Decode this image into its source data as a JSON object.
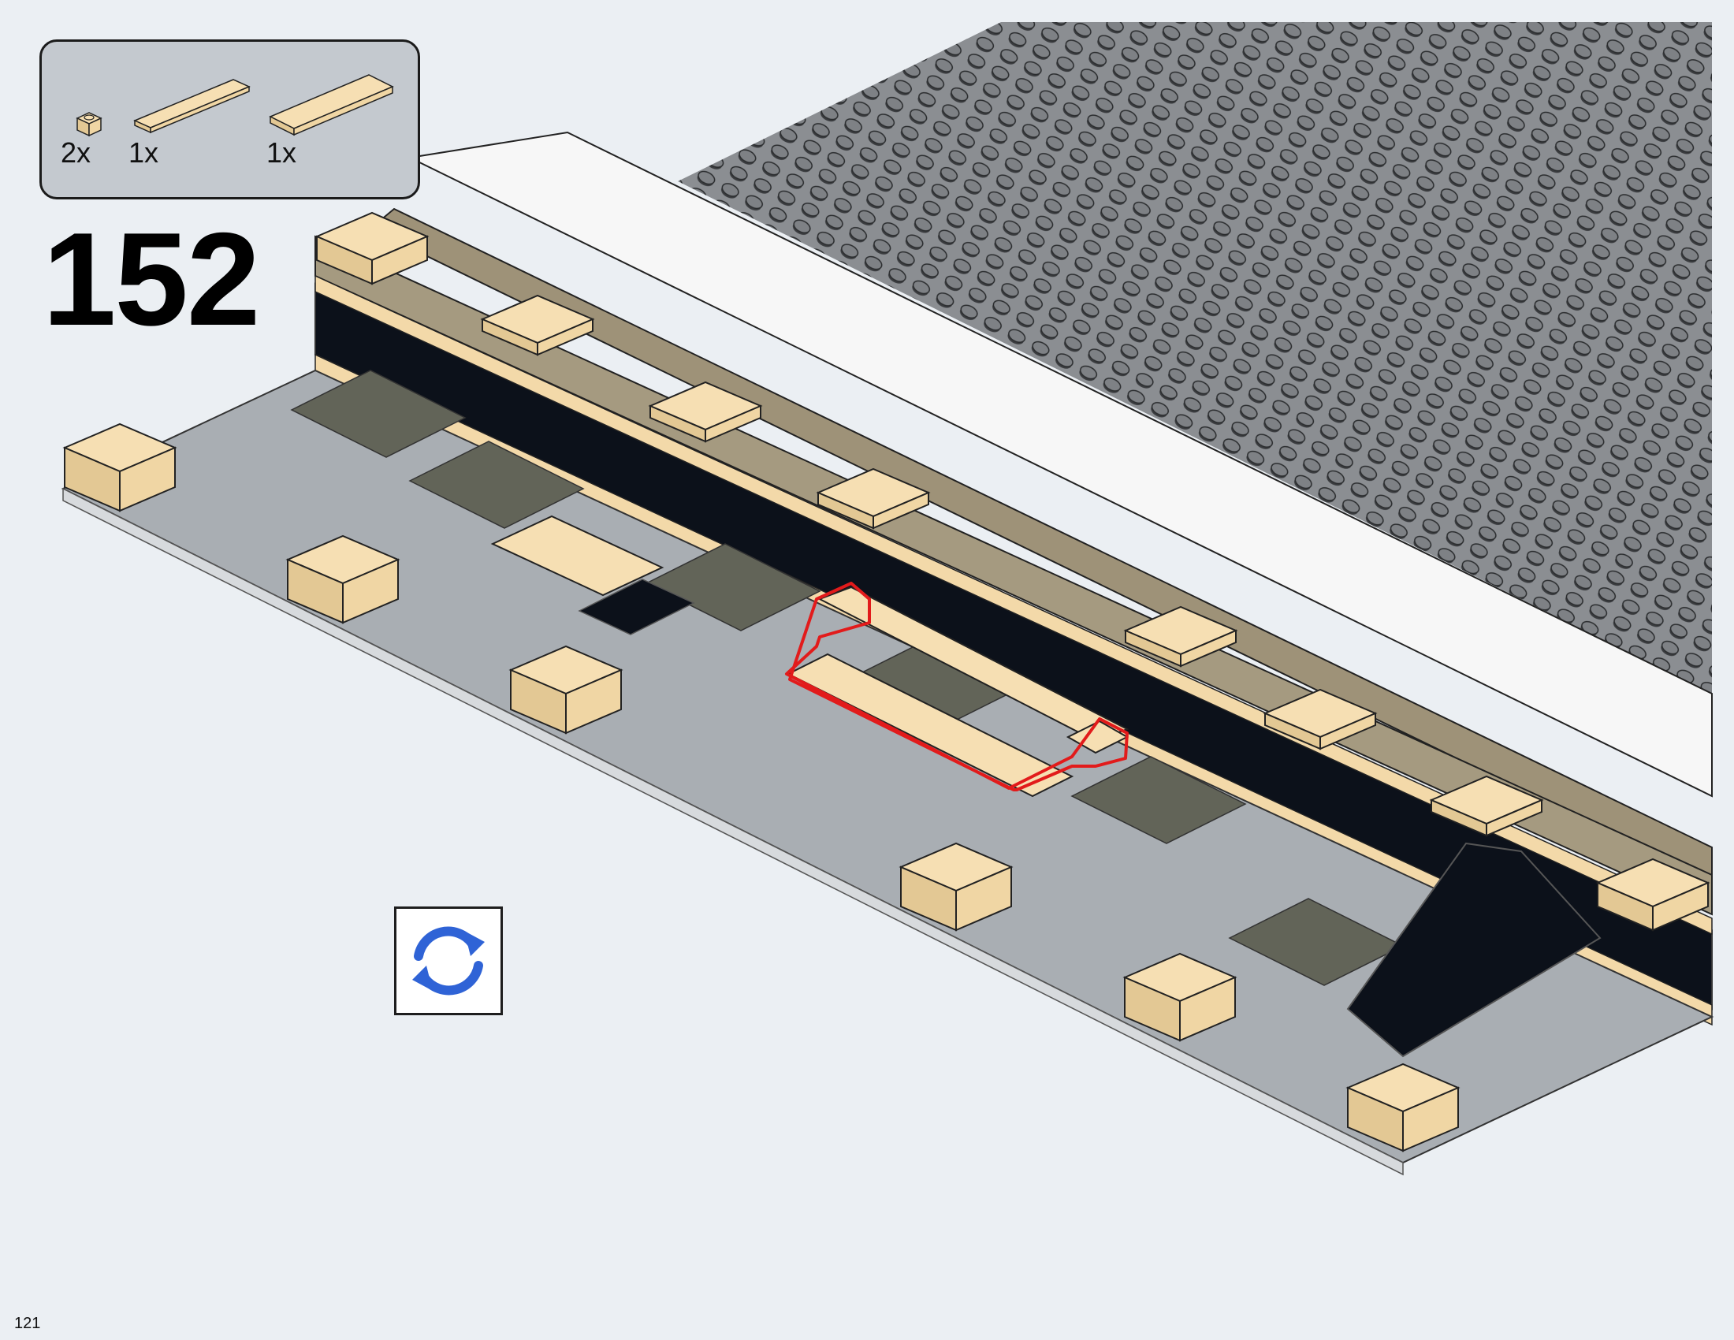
{
  "step": {
    "number": "152"
  },
  "parts": [
    {
      "qty": "2x",
      "name": "tan-1x1-plate"
    },
    {
      "qty": "1x",
      "name": "tan-1x8-plate"
    },
    {
      "qty": "1x",
      "name": "tan-2x8-plate"
    }
  ],
  "page": {
    "number": "121"
  },
  "controls": {
    "rotate_icon": "rotate-arrows-icon"
  },
  "colors": {
    "background": "#ebeff3",
    "parts_panel": "#c4c9cf",
    "tan": "#f3d9a9",
    "baseplate": "#8a8d91",
    "dark_tile": "#626458",
    "light_tile": "#a9aeb3",
    "black": "#0c111a",
    "dark_tan": "#9e9278",
    "highlight": "#e21b1b",
    "rotate_icon": "#2f63d6"
  }
}
